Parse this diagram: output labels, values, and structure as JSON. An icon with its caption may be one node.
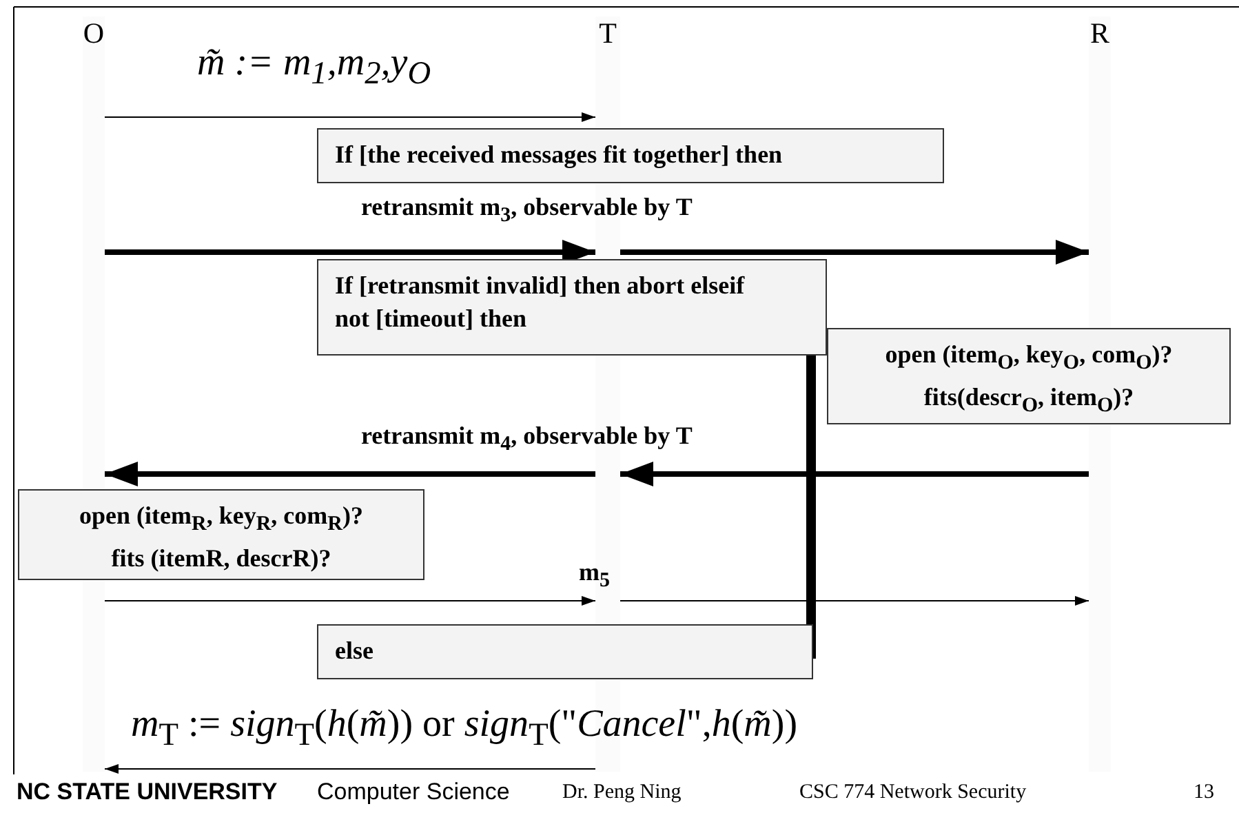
{
  "diagram": {
    "nodes": [
      {
        "text": [
          "O"
        ]
      },
      {
        "text": [
          "T"
        ]
      },
      {
        "text": [
          "R"
        ]
      },
      {
        "text": [
          "If [the received messages fit together] then"
        ]
      },
      {
        "text": [
          "If [retransmit invalid] then abort elseif not [timeout] then"
        ]
      },
      {
        "text": [
          "open (item$_{O}$, key$_{O}$, com$_{O}$)?",
          "fits(descr$_{O}$, item$_{O}$)?"
        ]
      },
      {
        "text": [
          "open (item$_{R}$, key$_{R}$, com$_{R}$)?",
          "fits (itemR, descrR)?"
        ]
      },
      {
        "text": [
          "else"
        ]
      }
    ],
    "edges": [
      {
        "from": 0,
        "to": 1,
        "arrow": "to",
        "label": "m̃ := m$_{1}$,m$_{2}$,y$_{O}$"
      },
      {
        "from": 0,
        "to": 1,
        "arrow": "to",
        "style": "thick",
        "label": "retransmit m$_{3}$, observable by T"
      },
      {
        "from": 1,
        "to": 2,
        "arrow": "to",
        "style": "thick"
      },
      {
        "from": 2,
        "to": 1,
        "arrow": "to",
        "style": "thick"
      },
      {
        "from": 1,
        "to": 0,
        "arrow": "to",
        "style": "thick",
        "label": "retransmit m$_{4}$, observable by T"
      },
      {
        "from": 0,
        "to": 1,
        "arrow": "to",
        "label": "m$_{5}$"
      },
      {
        "from": 1,
        "to": 2,
        "arrow": "to"
      },
      {
        "from": 1,
        "to": 0,
        "arrow": "to",
        "label": "*m*$_{T}$ := *sign*$_{T}$(*h*(*m̃*)) or *sign*$_{T}$(\"*Cancel*\",*h*(*m̃*))"
      }
    ],
    "labels": [
      "NC STATE UNIVERSITY",
      "Computer Science",
      "Dr. Peng Ning",
      "CSC 774 Network Security",
      "13"
    ]
  }
}
